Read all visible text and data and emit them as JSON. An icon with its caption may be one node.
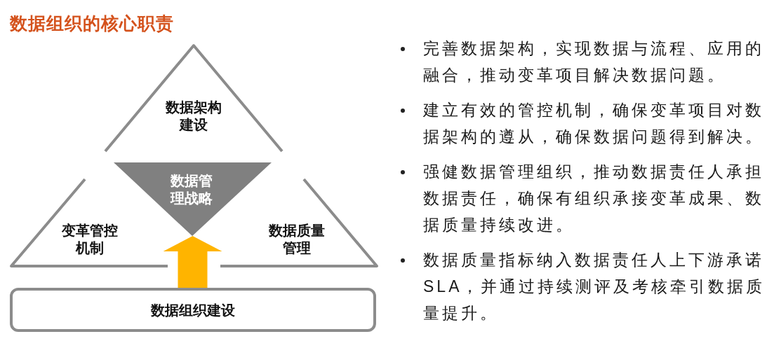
{
  "diagram": {
    "title": "数据组织的核心职责",
    "nodes": [
      {
        "text": [
          "数据架构建设"
        ]
      },
      {
        "text": [
          "数据管理战略"
        ]
      },
      {
        "text": [
          "变革管控机制"
        ]
      },
      {
        "text": [
          "数据质量管理"
        ]
      },
      {
        "text": [
          "数据组织建设"
        ]
      }
    ],
    "edges": [
      {
        "from": 4,
        "to": 1,
        "arrow": "to"
      }
    ],
    "labels": [
      "完善数据架构，实现数据与流程、应用的融合，推动变革项目解决数据问题。",
      "建立有效的管控机制，确保变革项目对数据架构的遵从，确保数据问题得到解决。",
      "强健数据管理组织，推动数据责任人承担数据责任，确保有组织承接变革成果、数据质量持续改进。",
      "数据质量指标纳入数据责任人上下游承诺SLA，并通过持续测评及考核牵引数据质量提升。"
    ]
  }
}
